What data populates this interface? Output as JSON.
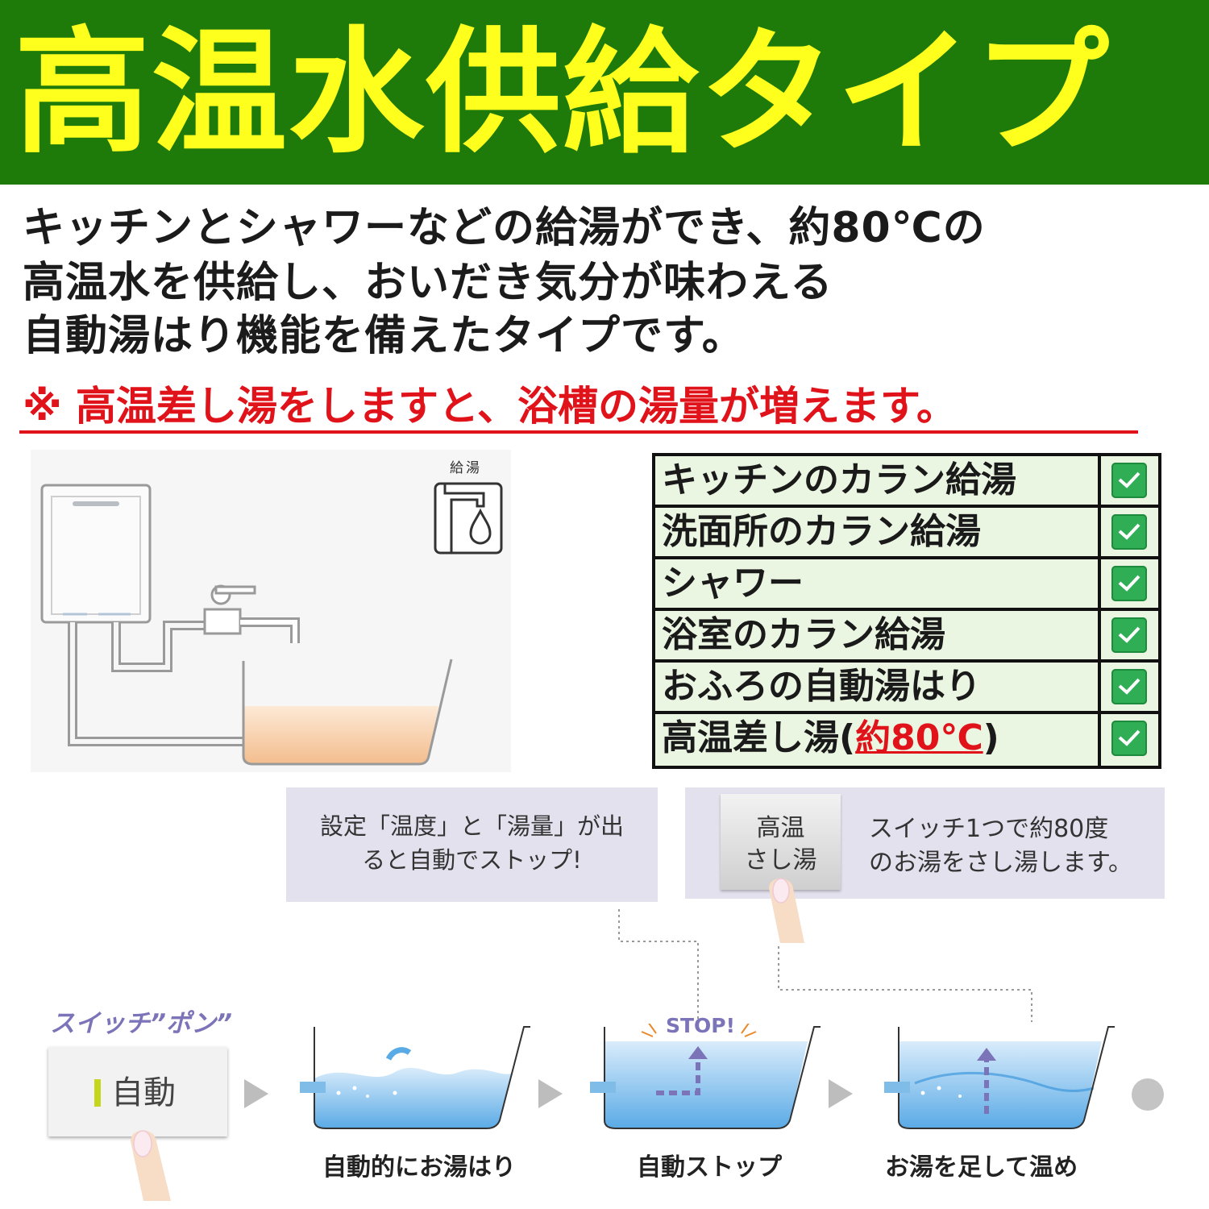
{
  "header": {
    "title": "高温水供給タイプ"
  },
  "description": {
    "line1": "キッチンとシャワーなどの給湯ができ、約80℃の",
    "line2": "高温水を供給し、おいだき気分が味わえる",
    "line3": "自動湯はり機能を備えたタイプです。"
  },
  "notice": "※ 高温差し湯をしますと、浴槽の湯量が増えます。",
  "illustration": {
    "label": "給湯",
    "icon": "faucet-hot-water-icon"
  },
  "features": [
    {
      "label": "キッチンのカラン給湯",
      "checked": true
    },
    {
      "label": "洗面所のカラン給湯",
      "checked": true
    },
    {
      "label": "シャワー",
      "checked": true
    },
    {
      "label": "浴室のカラン給湯",
      "checked": true
    },
    {
      "label": "おふろの自動湯はり",
      "checked": true
    },
    {
      "label_prefix": "高温差し湯(",
      "label_highlight": "約80℃",
      "label_suffix": ")",
      "checked": true
    }
  ],
  "info_left": {
    "line1": "設定「温度」と「湯量」が出",
    "line2": "ると自動でストップ!"
  },
  "info_right": {
    "button_line1": "高温",
    "button_line2": "さし湯",
    "line1": "スイッチ1つで約80度",
    "line2": "のお湯をさし湯します。"
  },
  "flow": {
    "switch_title": "スイッチ”ポン”",
    "auto_button": "自動",
    "stop_label": "STOP!",
    "steps": [
      "自動的にお湯はり",
      "自動ストップ",
      "お湯を足して温め"
    ]
  },
  "colors": {
    "header_bg": "#1e7b0a",
    "header_text": "#ffff1e",
    "notice": "#e0121a",
    "check": "#2fae55",
    "accent_purple": "#7c74b8"
  }
}
